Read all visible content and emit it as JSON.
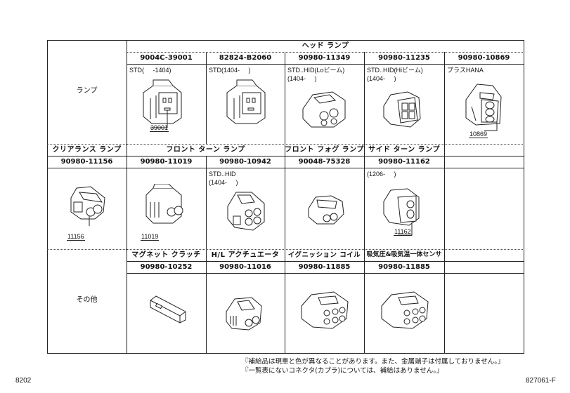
{
  "page": {
    "left_code": "8202",
    "right_code": "827061-F"
  },
  "section1": {
    "row_label": "ランプ",
    "group_header": "ヘッド ランプ",
    "columns": [
      {
        "part_no": "9004C-39001",
        "note": "STD(     -1404)",
        "callout": "39001"
      },
      {
        "part_no": "82824-B2060",
        "note": "STD(1404-     )",
        "callout": ""
      },
      {
        "part_no": "90980-11349",
        "note": "STD..HID(Loビーム)\n(1404-     )",
        "callout": ""
      },
      {
        "part_no": "90980-11235",
        "note": "STD..HID(Hiビーム)\n(1404-     )",
        "callout": ""
      },
      {
        "part_no": "90980-10869",
        "note": "プラスHANA",
        "callout": "10869"
      }
    ]
  },
  "section2": {
    "headers": [
      {
        "label": "クリアランス ランプ"
      },
      {
        "label": "フロント ターン ランプ"
      },
      {
        "label": "フロント フォグ ランプ"
      },
      {
        "label": "サイド ターン ランプ"
      }
    ],
    "columns": [
      {
        "part_no": "90980-11156",
        "note": "",
        "callout": "11156"
      },
      {
        "part_no": "90980-11019",
        "note": "",
        "callout": "11019"
      },
      {
        "part_no": "90980-10942",
        "note": "STD..HID\n(1404-     )",
        "callout": ""
      },
      {
        "part_no": "90048-75328",
        "note": "",
        "callout": ""
      },
      {
        "part_no": "90980-11162",
        "note": "(1206-     )",
        "callout": "11162"
      },
      {
        "part_no": "",
        "note": "",
        "callout": ""
      }
    ]
  },
  "section3": {
    "row_label": "その他",
    "columns": [
      {
        "header": "マグネット クラッチ",
        "part_no": "90980-10252"
      },
      {
        "header": "H/L アクチュエータ",
        "part_no": "90980-11016"
      },
      {
        "header": "イグニッション コイル",
        "part_no": "90980-11885"
      },
      {
        "header": "吸気圧&吸気温一体センサ",
        "part_no": "90980-11885"
      },
      {
        "header": "",
        "part_no": ""
      }
    ]
  },
  "remarks": {
    "line1": "『補給品は現車と色が異なることがあります。また、金属端子は付属しておりません。』",
    "line2": "『一覧表にないコネクタ(カプラ)については、補給はありません。』"
  }
}
